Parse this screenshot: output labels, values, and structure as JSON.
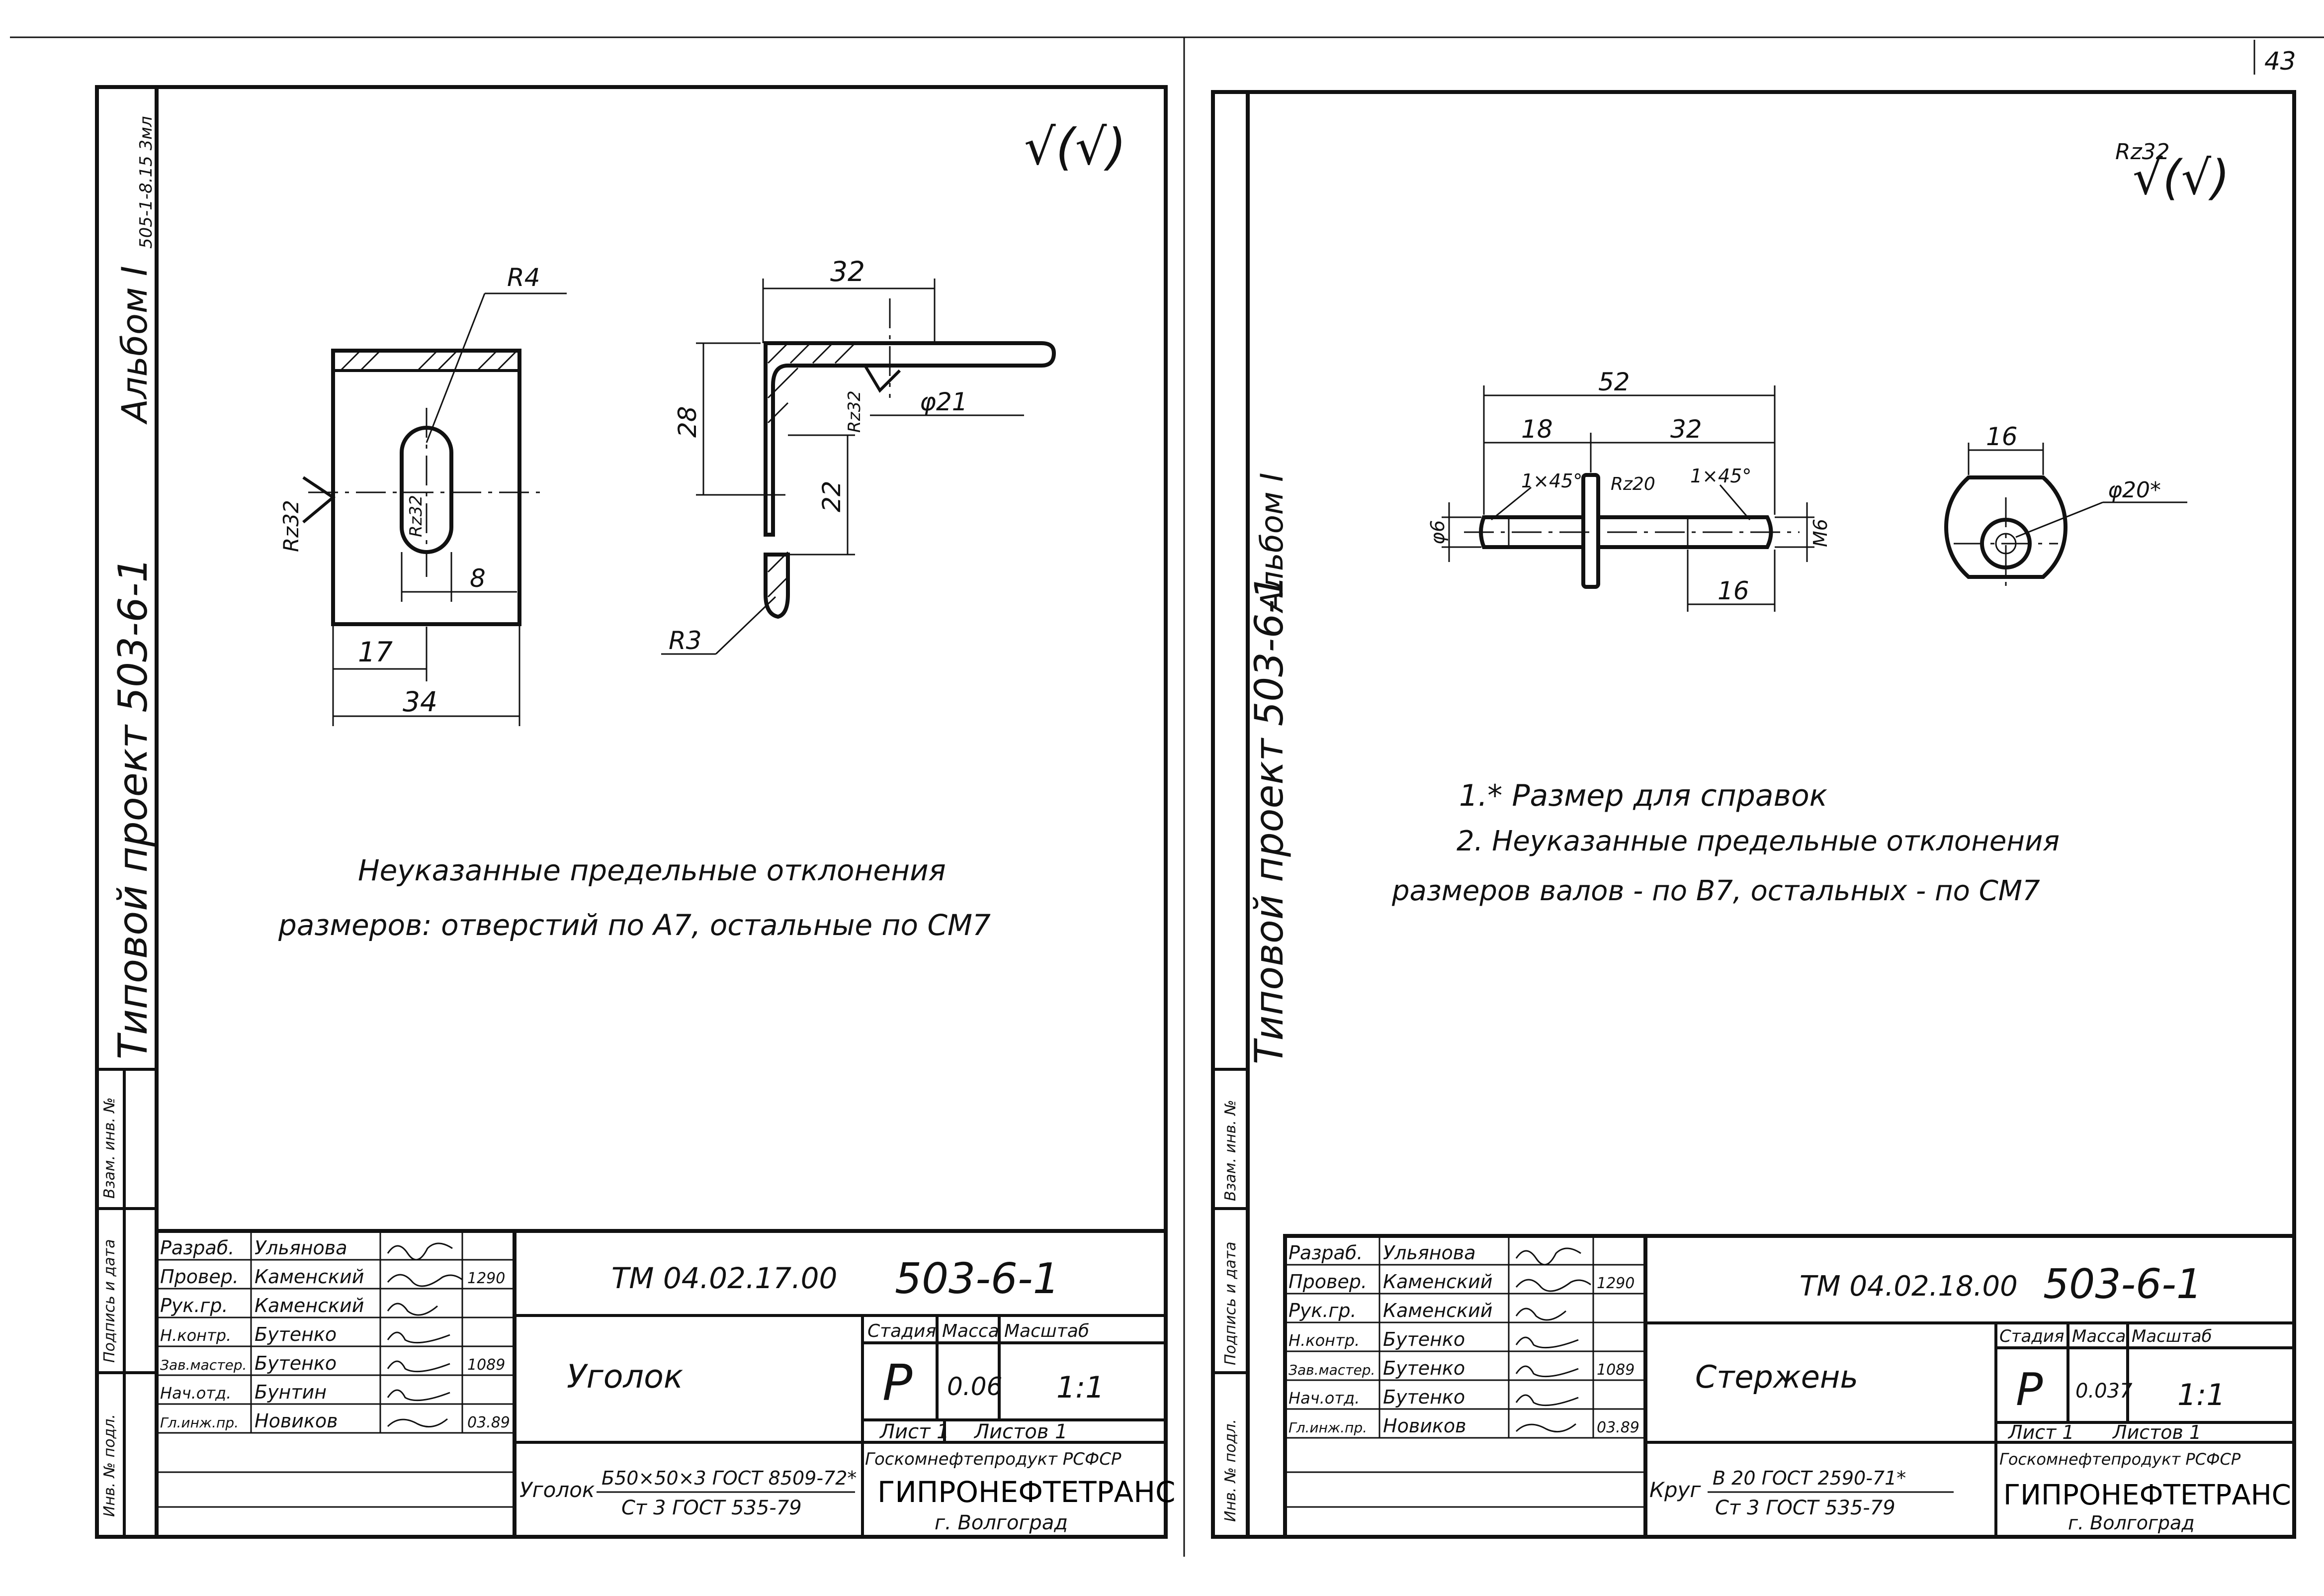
{
  "page_number": "43",
  "left_sheet": {
    "side_frame": {
      "project_label": "Типовой проект 503-6-1",
      "album_label": "Альбом I",
      "stamp_note": "505-1-8.15 3мл",
      "columns": [
        "Инв. № подл.",
        "Подпись и дата",
        "Взам. инв. №"
      ]
    },
    "roughness_mark": "√(√)",
    "part_view": {
      "radius_label": "R4",
      "roughness_side": "Rz32",
      "roughness_slot": "Rz32",
      "dim_slot_width": "8",
      "dim_half_width": "17",
      "dim_width": "34"
    },
    "section_view": {
      "dim_top": "32",
      "dim_height": "28",
      "dim_inner": "22",
      "roughness": "Rz32",
      "dim_hole": "φ21",
      "radius_bottom": "R3"
    },
    "note_line1": "Неуказанные предельные отклонения",
    "note_line2": "размеров: отверстий по А7, остальные по СМ7",
    "title_block": {
      "doc_code": "ТМ 04.02.17.00",
      "project_no": "503-6-1",
      "part_name": "Уголок",
      "roles": [
        "Разраб.",
        "Провер.",
        "Рук.гр.",
        "Н.контр.",
        "Зав.мастер.",
        "Нач.отд.",
        "Гл.инж.пр."
      ],
      "names": [
        "Ульянова",
        "Каменский",
        "Каменский",
        "Бутенко",
        "Бутенко",
        "Бунтин",
        "Новиков"
      ],
      "dates": [
        "",
        "1290",
        "",
        "",
        "1089",
        "",
        "03.89"
      ],
      "stage_header": "Стадия",
      "mass_header": "Масса",
      "scale_header": "Масштаб",
      "stage": "Р",
      "mass": "0.06",
      "scale": "1:1",
      "sheet_label": "Лист 1",
      "sheets_label": "Листов 1",
      "material_prefix": "Уголок",
      "material_top": "Б50×50×3 ГОСТ 8509-72*",
      "material_bottom": "Ст 3 ГОСТ 535-79",
      "org_top": "Госкомнефтепродукт РСФСР",
      "org_name": "ГИПРОНЕФТЕТРАНС",
      "org_city": "г. Волгоград"
    }
  },
  "right_sheet": {
    "side_frame": {
      "project_label": "Типовой проект 503-6-1",
      "album_label": "Альбом I",
      "columns": [
        "Инв. № подл.",
        "Подпись и дата",
        "Взам. инв. №"
      ]
    },
    "roughness_value": "Rz32",
    "roughness_mark": "√(√)",
    "rod_view": {
      "dim_total": "52",
      "dim_left": "18",
      "dim_right": "32",
      "chamfer_left": "1×45°",
      "roughness": "Rz20",
      "chamfer_right": "1×45°",
      "dim_diam": "φ6",
      "thread": "М6",
      "dim_bottom": "16"
    },
    "end_view": {
      "dim_top": "16",
      "dim_hole": "φ20*"
    },
    "note1": "1.* Размер для справок",
    "note2_line1": "2. Неуказанные предельные отклонения",
    "note2_line2": "размеров валов - по В7, остальных - по СМ7",
    "title_block": {
      "doc_code": "ТМ 04.02.18.00",
      "project_no": "503-6-1",
      "part_name": "Стержень",
      "roles": [
        "Разраб.",
        "Провер.",
        "Рук.гр.",
        "Н.контр.",
        "Зав.мастер.",
        "Нач.отд.",
        "Гл.инж.пр."
      ],
      "names": [
        "Ульянова",
        "Каменский",
        "Каменский",
        "Бутенко",
        "Бутенко",
        "Бутенко",
        "Новиков"
      ],
      "dates": [
        "",
        "1290",
        "",
        "",
        "1089",
        "",
        "03.89"
      ],
      "stage_header": "Стадия",
      "mass_header": "Масса",
      "scale_header": "Масштаб",
      "stage": "Р",
      "mass": "0.037",
      "scale": "1:1",
      "sheet_label": "Лист 1",
      "sheets_label": "Листов 1",
      "material_prefix": "Круг",
      "material_top": "В 20 ГОСТ 2590-71*",
      "material_bottom": "Ст 3 ГОСТ 535-79",
      "org_top": "Госкомнефтепродукт РСФСР",
      "org_name": "ГИПРОНЕФТЕТРАНС",
      "org_city": "г. Волгоград"
    }
  }
}
